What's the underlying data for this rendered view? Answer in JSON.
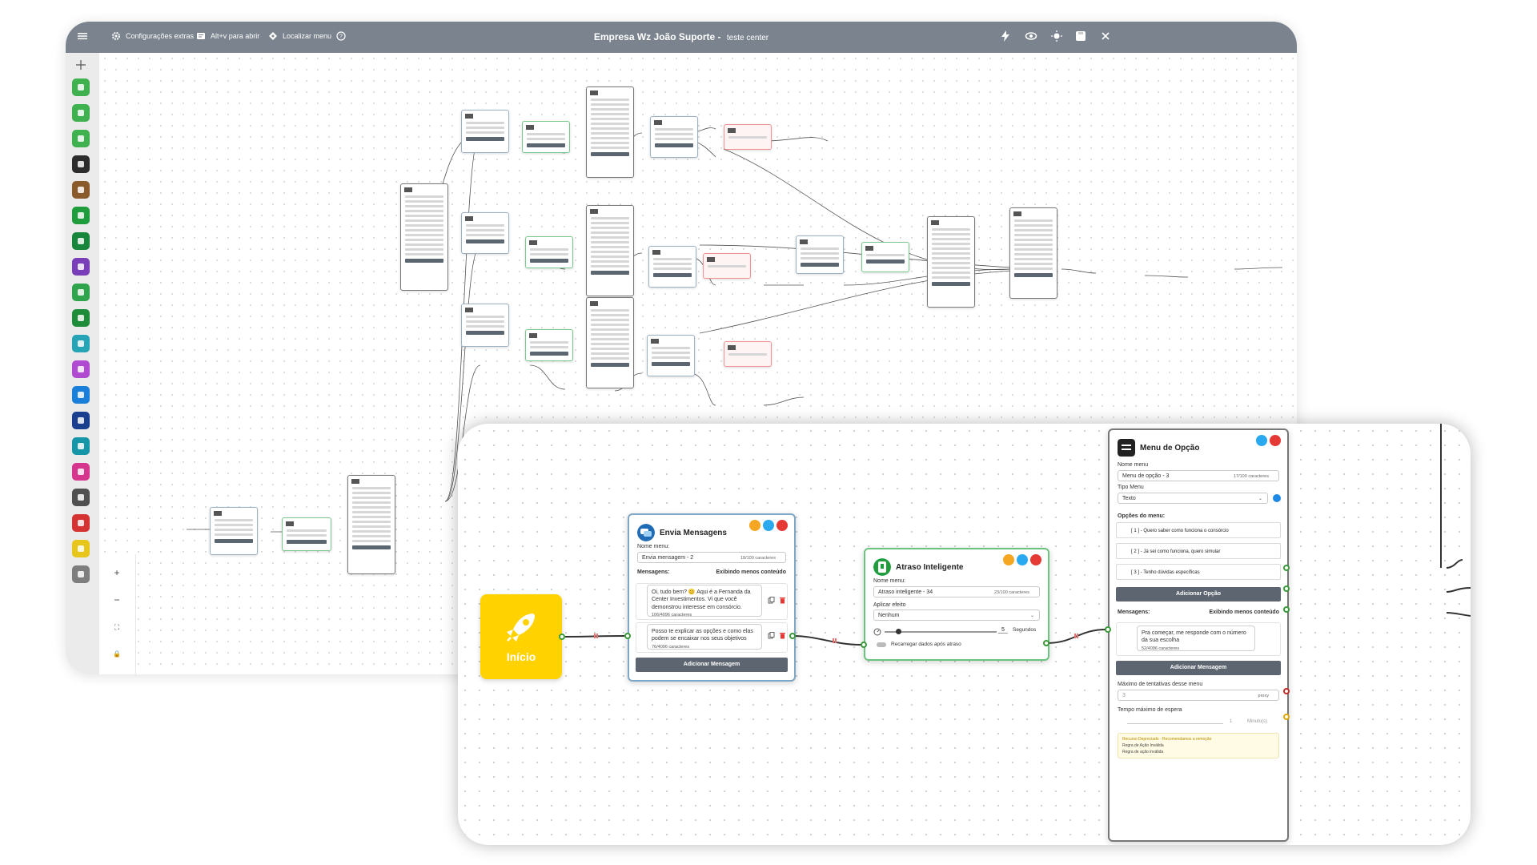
{
  "toolbar": {
    "extra_settings": "Configurações extras",
    "open_shortcut": "Alt+v para abrir",
    "find_menu": "Localizar menu",
    "title_main": "Empresa Wz João Suporte",
    "title_separator": "-",
    "title_sub": "teste center"
  },
  "sidebar": {
    "icons": [
      {
        "name": "robot-icon",
        "color": "#3fb24f"
      },
      {
        "name": "chip-icon",
        "color": "#3fb24f"
      },
      {
        "name": "whatsapp-flow-icon",
        "color": "#3fb24f"
      },
      {
        "name": "menu-option-icon",
        "color": "#2c2c2c"
      },
      {
        "name": "signpost-icon",
        "color": "#8a5a2b"
      },
      {
        "name": "clock-delay-icon",
        "color": "#1f9c3b"
      },
      {
        "name": "pause-icon",
        "color": "#17853a"
      },
      {
        "name": "branch-icon",
        "color": "#7a3fb8"
      },
      {
        "name": "sheets-icon",
        "color": "#2fa44c"
      },
      {
        "name": "cubes-icon",
        "color": "#1f8c3a"
      },
      {
        "name": "agent-icon",
        "color": "#27a3b6"
      },
      {
        "name": "webhook-icon",
        "color": "#b04ad0"
      },
      {
        "name": "pin-icon",
        "color": "#1a7fd8"
      },
      {
        "name": "code-icon",
        "color": "#1a3f8e"
      },
      {
        "name": "chat-transfer-icon",
        "color": "#1795a8"
      },
      {
        "name": "heart-chat-icon",
        "color": "#d6358e"
      },
      {
        "name": "block-icon",
        "color": "#505050"
      },
      {
        "name": "close-flow-icon",
        "color": "#d53232"
      },
      {
        "name": "file-warning-icon",
        "color": "#e7c51b"
      },
      {
        "name": "image-icon",
        "color": "#7d7d7d"
      }
    ]
  },
  "zoom_controls": [
    "+",
    "−",
    "⛶",
    "🔒"
  ],
  "start_node": {
    "label": "Início",
    "mini_label": "Início"
  },
  "send_messages": {
    "title": "Envia Mensagens",
    "name_label": "Nome menu:",
    "name_value": "Envia mensagem - 2",
    "name_count": "18/100 caracteres",
    "messages_label": "Mensagens:",
    "toggle_label": "Exibindo menos conteúdo",
    "messages": [
      {
        "text": "Oi, tudo bem? 😊 Aqui é a Fernanda da Center Investimentos. Vi que você demonstrou interesse em consórcio.",
        "count": "106/4096 caracteres"
      },
      {
        "text": "Posso te explicar as opções e como elas podem se encaixar nos seus objetivos",
        "count": "76/4096 caracteres"
      }
    ],
    "add_button": "Adicionar Mensagem"
  },
  "smart_delay": {
    "title": "Atraso Inteligente",
    "name_label": "Nome menu:",
    "name_value": "Atraso inteligente - 34",
    "name_count": "23/100 caracteres",
    "effect_label": "Aplicar efeito",
    "effect_value": "Nenhum",
    "seconds_value": "5",
    "seconds_label": "Segundos",
    "slider_level": 0.1,
    "reload_label": "Recarregar dados após atraso"
  },
  "option_menu": {
    "title": "Menu de Opção",
    "name_label": "Nome menu",
    "name_value": "Menu de opção - 3",
    "name_count": "17/100 caracteres",
    "type_label": "Tipo Menu",
    "type_value": "Texto",
    "options_label": "Opções do menu:",
    "options": [
      "[ 1 ] - Quero saber como funciona o consórcio",
      "[ 2 ] - Já sei como funciona, quero simular",
      "[ 3 ] - Tenho dúvidas específicas"
    ],
    "add_option": "Adicionar Opção",
    "messages_label": "Mensagens:",
    "toggle_label": "Exibindo menos conteúdo",
    "message": {
      "text": "Pra começar, me responde com o número da sua escolha",
      "count": "52/4096 caracteres"
    },
    "add_message": "Adicionar Mensagem",
    "max_attempts_label": "Máximo de tentativas desse menu",
    "max_attempts_value": "3",
    "max_attempts_unit": "proxy",
    "max_wait_label": "Tempo máximo de espera",
    "max_wait_value": "1",
    "max_wait_unit": "Minuto(s)",
    "warning_title": "Recurso Depreciado - Recomendamos a remoção",
    "warning_line1": "Regra de Ação Inválida",
    "warning_line2": "Regra de ação inválida"
  },
  "colors": {
    "topbar": "#7b848e",
    "accent_green": "#3fb24f",
    "node_blue_border": "#7fa6c4",
    "node_green_border": "#6cc37d",
    "danger": "#e53935",
    "warning": "#f5a623",
    "start_yellow": "#ffd200"
  }
}
